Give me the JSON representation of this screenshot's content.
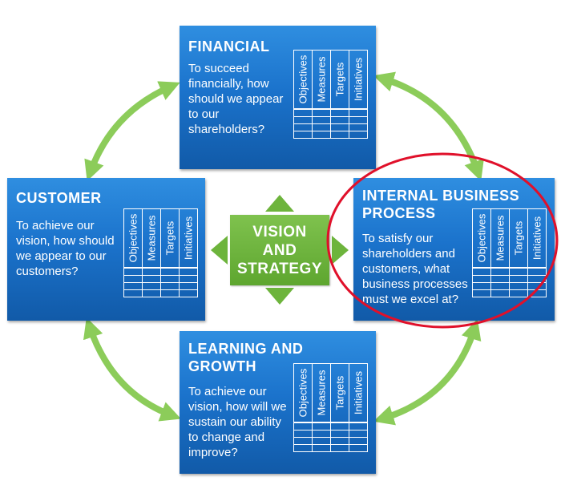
{
  "colors": {
    "card_blue": "#1b73cc",
    "arrow_green": "#8ccc5a",
    "center_green": "#6db43c",
    "highlight_red": "#e0102a"
  },
  "table_headers": [
    "Objectives",
    "Measures",
    "Targets",
    "Initiatives"
  ],
  "table_rows": 4,
  "center": {
    "line1": "VISION",
    "line2": "AND",
    "line3": "STRATEGY"
  },
  "financial": {
    "title": "FINANCIAL",
    "text": "To succeed financially, how should we appear to our shareholders?"
  },
  "customer": {
    "title": "CUSTOMER",
    "text": "To achieve our vision, how should we appear to our customers?"
  },
  "internal": {
    "title_line1": "INTERNAL BUSINESS",
    "title_line2": "PROCESS",
    "text": "To satisfy our shareholders and customers, what business processes must we excel at?"
  },
  "learning": {
    "title_line1": "LEARNING AND",
    "title_line2": "GROWTH",
    "text": "To achieve our vision, how will we sustain our ability to change and improve?"
  }
}
